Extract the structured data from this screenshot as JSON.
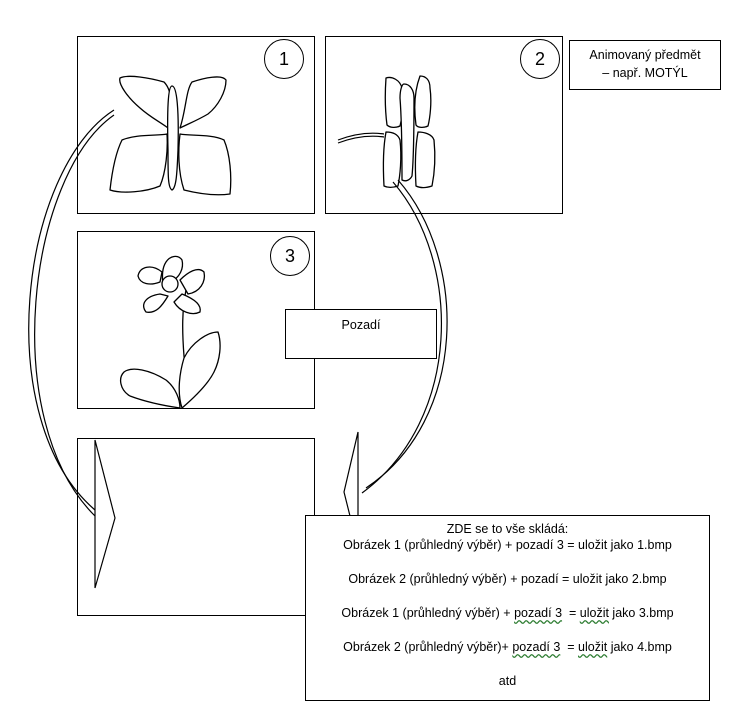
{
  "frames": [
    {
      "number": "1",
      "content": "butterfly-open"
    },
    {
      "number": "2",
      "content": "butterfly-closed"
    },
    {
      "number": "3",
      "content": "flower"
    }
  ],
  "legend": {
    "line1": "Animovaný předmět",
    "line2": "– např. MOTÝL"
  },
  "background_box": {
    "label": "Pozadí"
  },
  "result": {
    "heading": "ZDE se to vše skládá:",
    "lines": [
      {
        "pre": "Obrázek 1 (průhledný výběr) + pozadí 3 = uložit jako 1.bmp"
      },
      {
        "pre": "Obrázek 2 (průhledný výběr) + pozadí = uložit jako 2.bmp"
      },
      {
        "pre": "Obrázek 1 (průhledný výběr) + ",
        "wavy": "pozadí 3",
        "post": "  = ",
        "wavy2": "uložit",
        "post2": " jako 3.bmp"
      },
      {
        "pre": "Obrázek 2 (průhledný výběr)+ ",
        "wavy": "pozadí 3",
        "post": "  = ",
        "wavy2": "uložit",
        "post2": " jako 4.bmp"
      }
    ],
    "footer": "atd"
  }
}
